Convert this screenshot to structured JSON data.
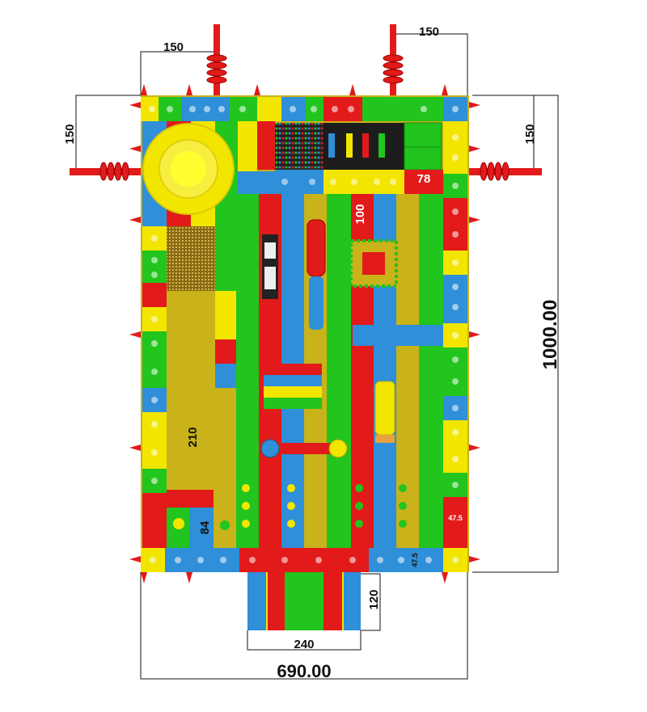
{
  "diagram": {
    "title": "",
    "dimensions": {
      "top_left_blower_offset": "150",
      "top_right_blower_offset": "150",
      "left_blower_offset": "150",
      "right_blower_offset": "150",
      "overall_length": "1000.00",
      "overall_width": "690.00",
      "slide_length": "120",
      "slide_width": "240",
      "pool_length": "210",
      "box_size": "84",
      "wall_thickness_a": "47.5",
      "wall_thickness_b": "47.5",
      "tunnel_width": "100",
      "platform_depth": "78"
    },
    "colors": {
      "red": "#e21a1a",
      "yellow": "#f2e600",
      "mustard": "#c9b21a",
      "green": "#22c41e",
      "blue": "#2f8fd8",
      "dark_red": "#b01010",
      "line": "#111111"
    }
  }
}
